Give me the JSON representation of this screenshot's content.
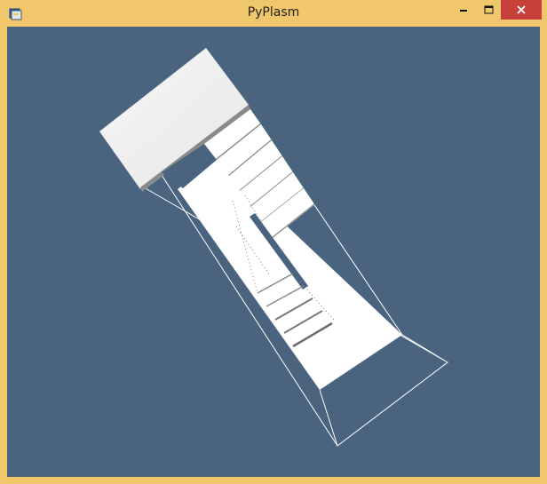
{
  "window": {
    "title": "PyPlasm",
    "title_bar_color": "#f0c76a",
    "app_icon": "pyplasm-app-icon",
    "controls": [
      {
        "name": "minimize",
        "icon": "minimize-icon"
      },
      {
        "name": "maximize",
        "icon": "maximize-icon"
      },
      {
        "name": "close",
        "icon": "close-icon"
      }
    ]
  },
  "viewport": {
    "background_color": "#4a6480",
    "content": "3d-staircase-model"
  }
}
